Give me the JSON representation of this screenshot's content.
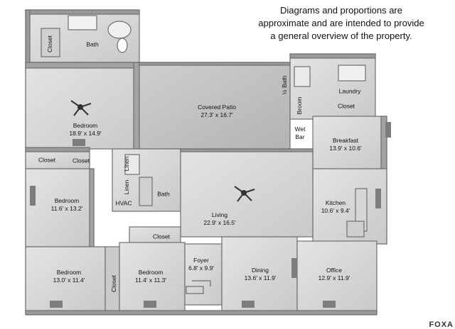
{
  "disclaimer": {
    "line1": "Diagrams and proportions are",
    "line2": "approximate and are intended to provide",
    "line3": "a general overview of the property."
  },
  "rooms": {
    "bath_top": {
      "name": "Bath"
    },
    "closet_top": {
      "name": "Closet"
    },
    "bedroom_master": {
      "name": "Bedroom",
      "dim": "18.9' x 14.9'"
    },
    "covered_patio": {
      "name": "Covered Patio",
      "dim": "27.3' x 16.7'"
    },
    "half_bath": {
      "name": "½ Bath"
    },
    "laundry": {
      "name": "Laundry"
    },
    "closet_laundry": {
      "name": "Closet"
    },
    "broom": {
      "name": "Broom"
    },
    "wet_bar": {
      "name": "Wet Bar"
    },
    "breakfast": {
      "name": "Breakfast",
      "dim": "13.9' x 10.6'"
    },
    "closet_left": {
      "name": "Closet"
    },
    "closet_left2": {
      "name": "Closet"
    },
    "linen1": {
      "name": "Linen"
    },
    "linen2": {
      "name": "Linen"
    },
    "bath_mid": {
      "name": "Bath"
    },
    "hvac": {
      "name": "HVAC"
    },
    "bedroom_left": {
      "name": "Bedroom",
      "dim": "11.6' x 13.2'"
    },
    "living": {
      "name": "Living",
      "dim": "22.9' x 16.5'"
    },
    "kitchen": {
      "name": "Kitchen",
      "dim": "10.6' x 9.4'"
    },
    "closet_mid": {
      "name": "Closet"
    },
    "foyer": {
      "name": "Foyer",
      "dim": "6.8' x 9.9'"
    },
    "bedroom_bl": {
      "name": "Bedroom",
      "dim": "13.0' x 11.4'"
    },
    "closet_bl": {
      "name": "Closet"
    },
    "bedroom_bm": {
      "name": "Bedroom",
      "dim": "11.4' x 11.3'"
    },
    "dining": {
      "name": "Dining",
      "dim": "13.6' x 11.9'"
    },
    "office": {
      "name": "Office",
      "dim": "12.9' x 11.9'"
    }
  },
  "logo": {
    "text": "FOXA"
  },
  "colors": {
    "wall": "#8a8a8a",
    "floor": "#d8d8d8",
    "floor_dark": "#bdbdbd",
    "line": "#555555"
  }
}
